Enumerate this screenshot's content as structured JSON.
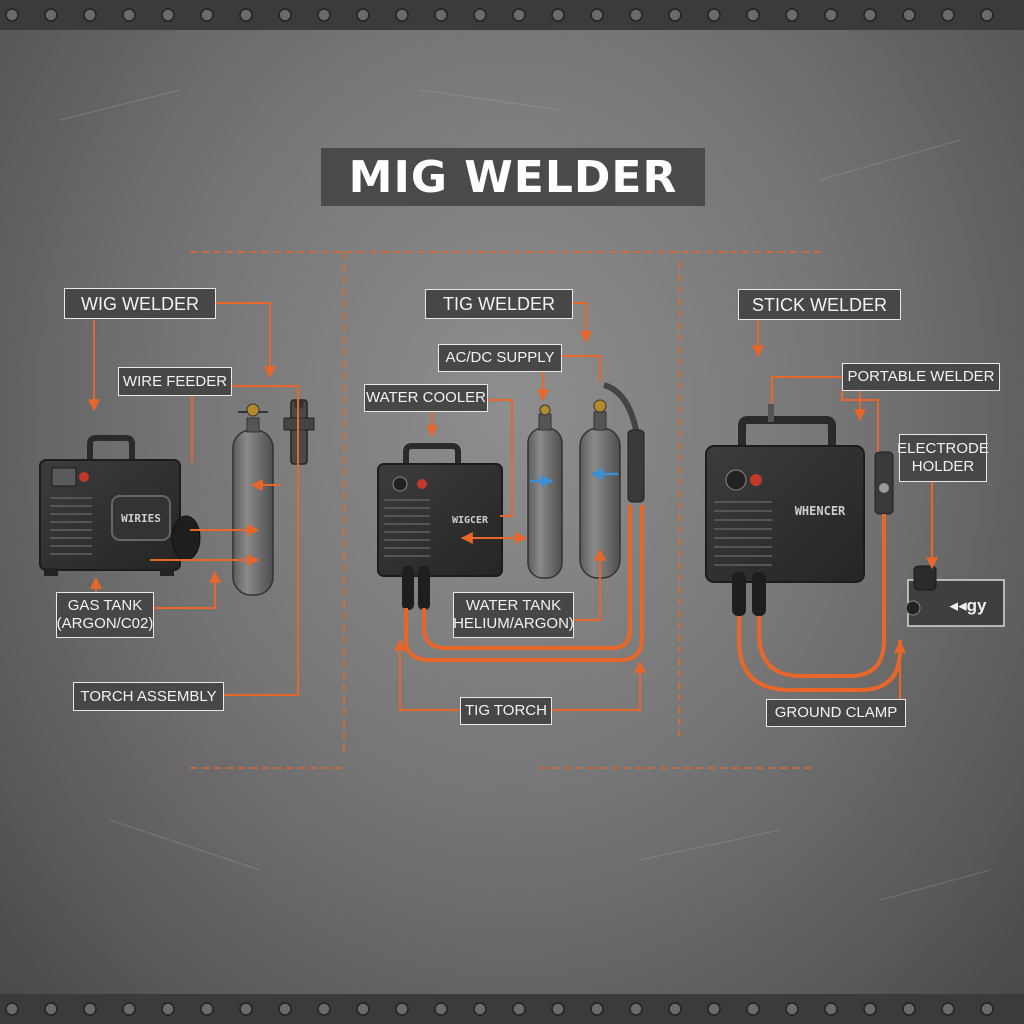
{
  "title": "MIG WELDER",
  "colors": {
    "accent_orange": "#e8662a",
    "coolant_blue": "#3a8fd6",
    "panel_dark": "#474747",
    "steel": "#7a7a7a",
    "machine_dark": "#2e2e2e"
  },
  "sections": {
    "mig": {
      "header": "WIG WELDER",
      "labels": {
        "wire_feeder": "WIRE FEEDER",
        "gas_tank_line1": "GAS TANK",
        "gas_tank_line2": "(ARGON/C02)",
        "torch_assembly": "TORCH ASSEMBLY"
      },
      "machine_brand": "WIRIES"
    },
    "tig": {
      "header": "TIG WELDER",
      "labels": {
        "acdc_supply": "AC/DC SUPPLY",
        "water_cooler": "WATER COOLER",
        "water_tank_line1": "WATER TANK",
        "water_tank_line2": "HELIUM/ARGON)",
        "tig_torch": "TIG TORCH"
      },
      "machine_brand": "WIGCER"
    },
    "stick": {
      "header": "STICK WELDER",
      "labels": {
        "portable_welder": "PORTABLE WELDER",
        "electrode_holder_line1": "ELECTRODE",
        "electrode_holder_line2": "HOLDER",
        "ground_clamp": "GROUND CLAMP"
      },
      "machine_brand": "WHENCER",
      "clamp_marking": "◂◂gy"
    }
  }
}
